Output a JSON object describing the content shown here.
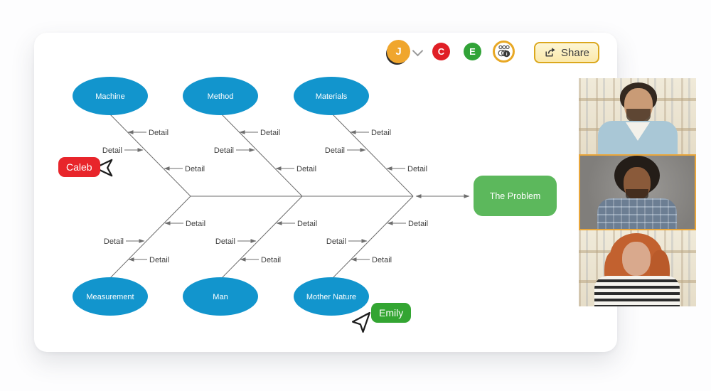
{
  "header": {
    "avatars": [
      {
        "initial": "J",
        "color": "#f0a62d",
        "has_dropdown": true
      },
      {
        "initial": "C",
        "color": "#e01f26",
        "has_dropdown": false
      },
      {
        "initial": "E",
        "color": "#31a337",
        "has_dropdown": false
      }
    ],
    "collab_icon": "people-group-info-icon",
    "share_label": "Share"
  },
  "diagram": {
    "type": "fishbone",
    "detail_label": "Detail",
    "problem_label": "The Problem",
    "top_categories": [
      "Machine",
      "Method",
      "Materials"
    ],
    "bottom_categories": [
      "Measurement",
      "Man",
      "Mother Nature"
    ],
    "details_per_bone": 3,
    "colors": {
      "category_fill": "#1295cd",
      "problem_fill": "#5cb85c",
      "line": "#6e6e6e",
      "label_text": "#404040"
    }
  },
  "cursors": [
    {
      "name": "Caleb",
      "color": "#e8252b",
      "style": "outline-left-pointer"
    },
    {
      "name": "Emily",
      "color": "#33a532",
      "style": "white-pointer"
    }
  ],
  "video_call": {
    "participants": [
      {
        "id": 1,
        "description": "man with beard, light blue shirt, bookshelf background",
        "active": false
      },
      {
        "id": 2,
        "description": "man with plaid shirt, gray room background",
        "active": true,
        "active_border": "#e9a63b"
      },
      {
        "id": 3,
        "description": "woman with red hair, striped top, bookshelf background",
        "active": false
      }
    ]
  }
}
